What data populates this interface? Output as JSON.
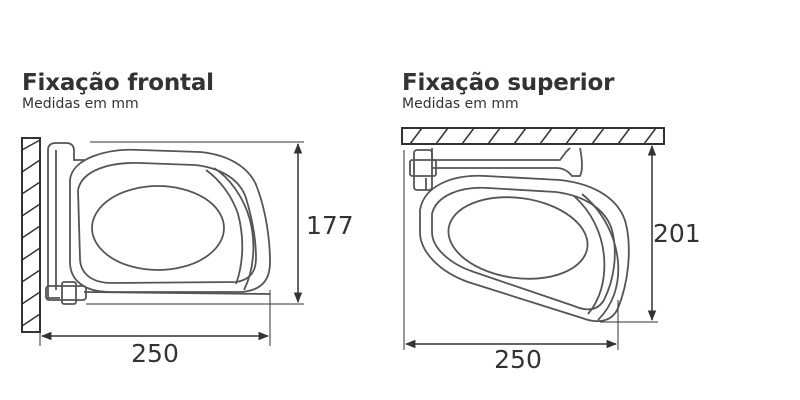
{
  "front": {
    "title": "Fixação frontal",
    "subtitle": "Medidas em mm",
    "height": "177",
    "width": "250"
  },
  "top": {
    "title": "Fixação superior",
    "subtitle": "Medidas em mm",
    "height": "201",
    "width": "250"
  },
  "colors": {
    "line": "#333333",
    "outline": "#555555"
  }
}
